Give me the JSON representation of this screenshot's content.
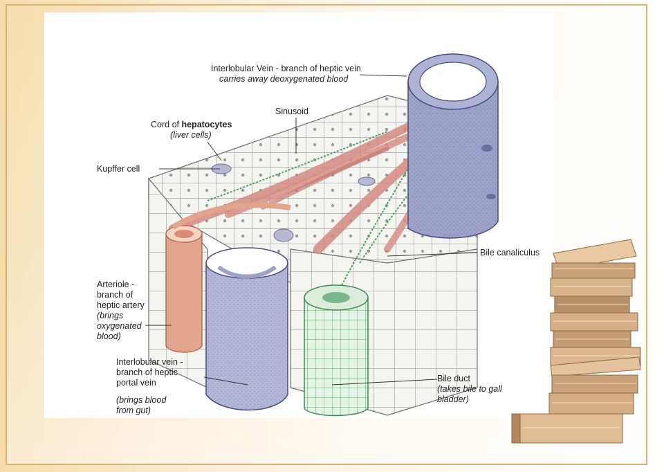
{
  "labels": {
    "interlobular_vein_hepatic": {
      "line1": "Interlobular Vein - branch of heptic vein",
      "line2": "carries away deoxygenated blood"
    },
    "sinusoid": "Sinusoid",
    "cord": {
      "prefix": "Cord of ",
      "bold": "hepatocytes",
      "sub": "(liver cells)"
    },
    "kupffer": "Kupffer cell",
    "bile_canaliculus": "Bile canaliculus",
    "arteriole": {
      "line1": "Arteriole -",
      "line2": "branch of",
      "line3": "heptic artery",
      "note1": "(brings",
      "note2": "oxygenated",
      "note3": "blood)"
    },
    "portal_vein": {
      "line1": "Interlobular vein -",
      "line2": "branch of heptic",
      "line3": "portal vein",
      "note1": "(brings blood",
      "note2": "from gut)"
    },
    "bile_duct": {
      "line1": "Bile duct",
      "note1": "(takes bile to gall",
      "note2": "bladder)"
    }
  },
  "colors": {
    "frame": "#d9b06c",
    "hepatocyte_fill": "#f4f4f0",
    "hepatocyte_stroke": "#7c7c7c",
    "sinusoid": "#d48a80",
    "hepatic_vein": "#9ea2c8",
    "portal_vein": "#b3b6d6",
    "arteriole": "#e2a48c",
    "bile_duct": "#6ab07a"
  }
}
